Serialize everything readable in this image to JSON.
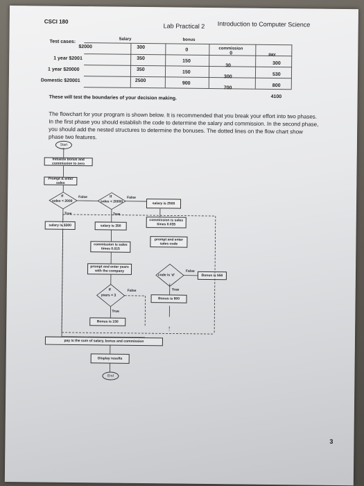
{
  "header": {
    "course": "CSCI 180",
    "lab": "Lab Practical 2",
    "title": "Introduction to Computer Science"
  },
  "table": {
    "row_header": "Test cases:",
    "columns": [
      "Salary",
      "bonus",
      "commission",
      "pay"
    ],
    "rows": [
      {
        "label": "$2000",
        "salary": "300",
        "bonus": "0",
        "commission": "0",
        "pay": "300"
      },
      {
        "label": "1 year $2001",
        "salary": "350",
        "bonus": "150",
        "commission": "30",
        "pay": "530"
      },
      {
        "label": "1 year $20000",
        "salary": "350",
        "bonus": "150",
        "commission": "300",
        "pay": "800"
      },
      {
        "label": "Domestic $20001",
        "salary": "2500",
        "bonus": "900",
        "commission": "700",
        "pay": "4100"
      }
    ]
  },
  "boundary_note": "These will test the boundaries of your decision making.",
  "paragraph": "The flowchart for your program is shown below.  It is recommended that you break your effort into two phases.  In the first phase you should establish the code to determine the salary and commission.  In the second phase, you should add the nested structures to determine the bonuses.  The dotted lines on the flow chart show phase two features.",
  "flowchart": {
    "start": "Start",
    "init": "Initialize bonus and commission to zero",
    "prompt_sales": "Prompt & enter sales",
    "if1": "sales < 2000",
    "if2": "sales < 20000",
    "if_kw": "If",
    "true": "True",
    "false": "False",
    "salary300": "salary is $300",
    "salary350": "salary is 350",
    "salary2500": "salary is 2500",
    "comm_015": "commission is sales times 0.015",
    "comm_035": "commission is sales times 0.035",
    "prompt_years": "prompt and enter years with the company",
    "prompt_code": "prompt and enter sales code",
    "years_cond": "years < 3",
    "code_cond": "code is 'd'",
    "bonus150": "Bonus is 150",
    "bonus900": "Bonus is 900",
    "bonus550": "Bonus is 550",
    "pay": "pay is the sum of salary, bonus and commission",
    "display": "Display results",
    "end": "End"
  },
  "page_number": "3"
}
